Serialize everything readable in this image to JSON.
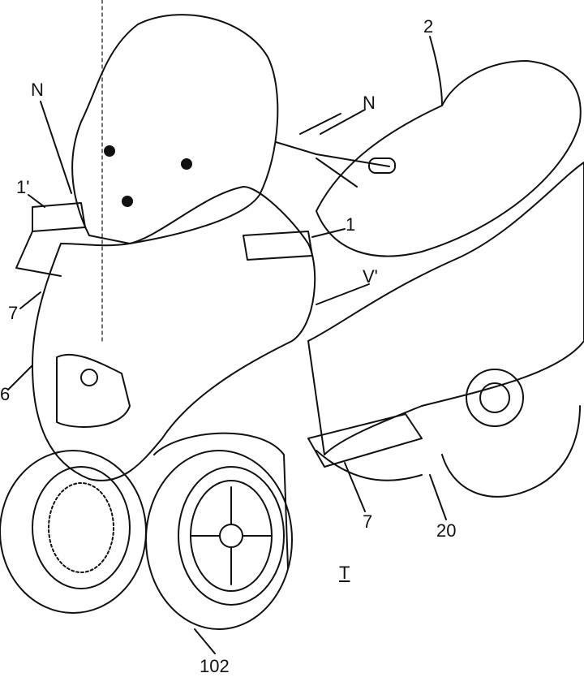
{
  "figure": {
    "labels": {
      "n_left": "N",
      "n_right": "N",
      "seat": "2",
      "mirror_left": "1'",
      "mirror_right": "1",
      "v_prime": "V'",
      "side_left": "7",
      "front": "6",
      "footboard": "7",
      "rear": "20",
      "ground": "T",
      "front_wheel": "102"
    },
    "colors": {
      "ink": "#111111",
      "paper": "#ffffff"
    }
  }
}
